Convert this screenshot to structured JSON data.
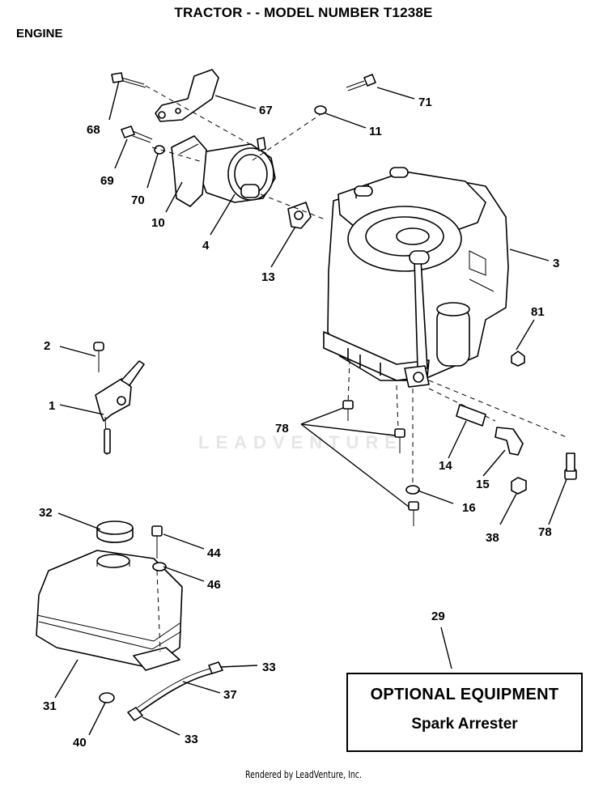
{
  "title": "TRACTOR - - MODEL NUMBER T1238E",
  "section": "ENGINE",
  "callouts": {
    "c1": "1",
    "c2": "2",
    "c3": "3",
    "c4": "4",
    "c10": "10",
    "c11": "11",
    "c13": "13",
    "c14": "14",
    "c15": "15",
    "c16": "16",
    "c29": "29",
    "c31": "31",
    "c32": "32",
    "c33a": "33",
    "c33b": "33",
    "c37": "37",
    "c38": "38",
    "c40": "40",
    "c44": "44",
    "c46": "46",
    "c67": "67",
    "c68": "68",
    "c69": "69",
    "c70": "70",
    "c71": "71",
    "c78a": "78",
    "c78b": "78",
    "c81": "81"
  },
  "optional": {
    "heading": "OPTIONAL EQUIPMENT",
    "item": "Spark Arrester"
  },
  "watermark": "LEADVENTURE",
  "footer": "Rendered by LeadVenture, Inc."
}
